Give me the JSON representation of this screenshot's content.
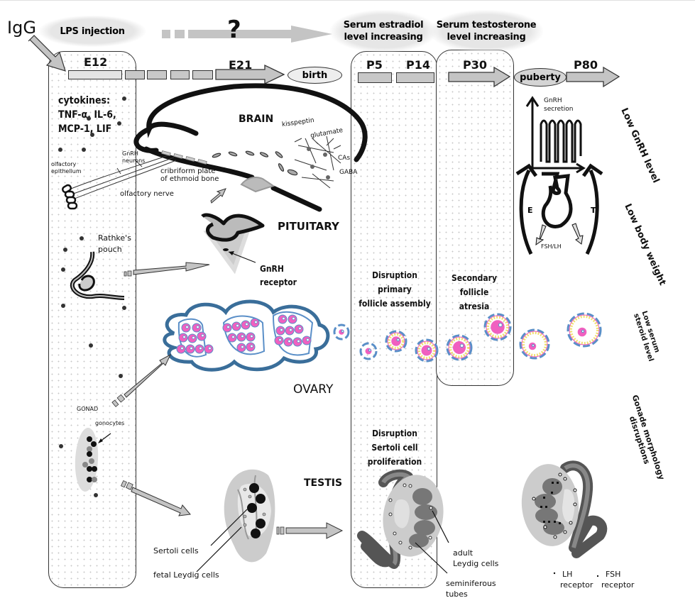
{
  "labels": {
    "igg": "IgG",
    "lps": "LPS injection",
    "question": "?",
    "estradiol_line1": "Serum estradiol",
    "estradiol_line2": "level increasing",
    "testosterone_line1": "Serum testosterone",
    "testosterone_line2": "level increasing"
  },
  "timeline": {
    "e12": "E12",
    "e21": "E21",
    "birth": "birth",
    "p5": "P5",
    "p14": "P14",
    "p30": "P30",
    "puberty": "puberty",
    "p80": "P80"
  },
  "cytokines": {
    "line1": "cytokines:",
    "line2": "TNF-α, IL-6,",
    "line3": "MCP-1, LIF"
  },
  "brain": {
    "title": "BRAIN",
    "kisspeptin": "kisspeptin",
    "glutamate": "glutamate",
    "cas": "CAs",
    "gaba": "GABA",
    "gnrh_neurons_1": "GnRH",
    "gnrh_neurons_2": "neurons",
    "olfactory_1": "olfactory",
    "olfactory_2": "epithelium",
    "cribriform_1": "cribriform plate",
    "cribriform_2": "of ethmoid bone",
    "olfactory_nerve": "olfactory nerve"
  },
  "pituitary": {
    "title": "PITUITARY",
    "rathke_1": "Rathke's",
    "rathke_2": "pouch",
    "receptor_1": "GnRH",
    "receptor_2": "receptor"
  },
  "hpg": {
    "gnrh_secretion_1": "GnRH",
    "gnrh_secretion_2": "secretion",
    "e": "E",
    "t": "T",
    "fsh_lh": "FSH/LH"
  },
  "effects": {
    "low_gnrh": "Low GnRH level",
    "low_weight": "Low body weight",
    "low_steroid_1": "Low serum",
    "low_steroid_2": "steroid level",
    "gonad_morph_1": "Gonade morphology",
    "gonad_morph_2": "disruptions"
  },
  "ovary": {
    "title": "OVARY",
    "disruption_1": "Disruption",
    "disruption_2": "primary",
    "disruption_3": "follicle assembly",
    "atresia_1": "Secondary",
    "atresia_2": "follicle",
    "atresia_3": "atresia"
  },
  "gonad": {
    "gonad": "GONAD",
    "gonocytes": "gonocytes"
  },
  "testis": {
    "title": "TESTIS",
    "sertoli": "Sertoli cells",
    "fetal_leydig": "fetal Leydig cells",
    "disruption_1": "Disruption",
    "disruption_2": "Sertoli cell",
    "disruption_3": "proliferation",
    "adult_leydig_1": "adult",
    "adult_leydig_2": "Leydig cells",
    "seminiferous_1": "seminiferous",
    "seminiferous_2": "tubes",
    "lh_1": "LH",
    "lh_2": "receptor",
    "fsh_1": "FSH",
    "fsh_2": "receptor"
  },
  "colors": {
    "follicle_pink": "#f060c0",
    "follicle_blue": "#5a8fc8",
    "ovary_outline": "#3a6e9a",
    "granulosa_yellow": "#f0e070",
    "gray_arrow": "#c4c4c4"
  }
}
